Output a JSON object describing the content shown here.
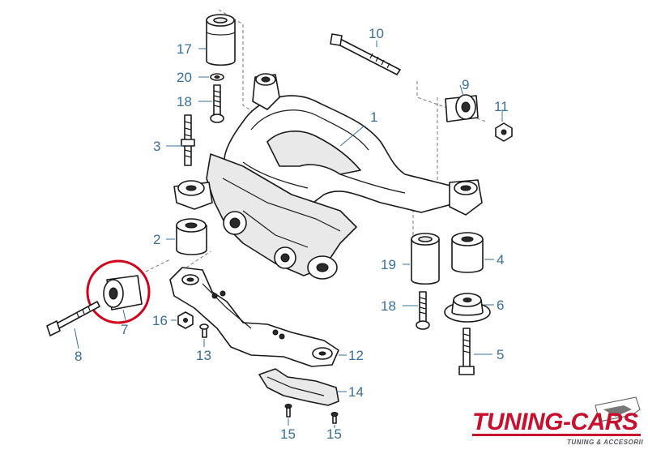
{
  "callouts": {
    "c1": "1",
    "c2": "2",
    "c3": "3",
    "c4": "4",
    "c5": "5",
    "c6": "6",
    "c7": "7",
    "c8": "8",
    "c9": "9",
    "c10": "10",
    "c11": "11",
    "c12": "12",
    "c13": "13",
    "c14": "14",
    "c15a": "15",
    "c15b": "15",
    "c16": "16",
    "c17": "17",
    "c18a": "18",
    "c18b": "18",
    "c19": "19",
    "c20": "20"
  },
  "highlight": {
    "part": "7",
    "color": "#d0021b"
  },
  "watermark": {
    "brand": "TUNING-CARS",
    "tagline": "TUNING & ACCESORII",
    "color": "#c8102e"
  }
}
